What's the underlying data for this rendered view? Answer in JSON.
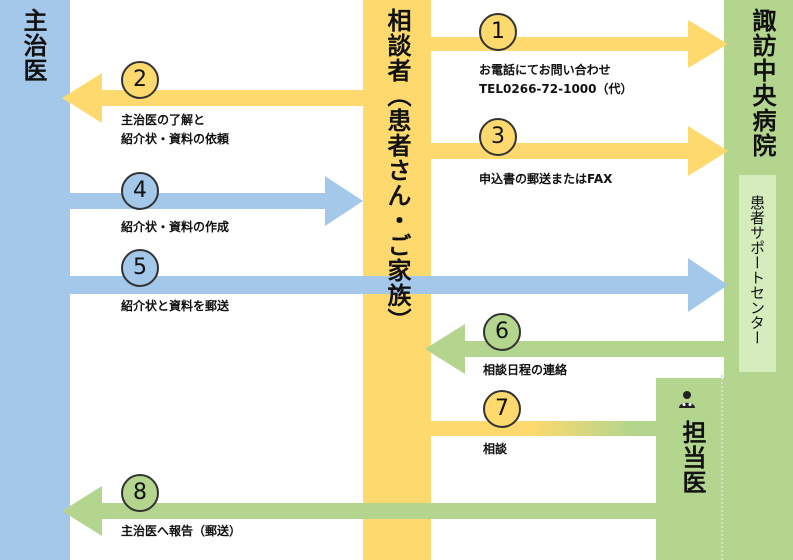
{
  "columns": {
    "doctor": "主治医",
    "consultant": "相談者（患者さん・ご家族）",
    "hospital": "諏訪中央病院",
    "support": "患者サポートセンター",
    "physician": "担当医"
  },
  "steps": [
    {
      "num": "1",
      "lines": [
        "お電話にてお問い合わせ",
        "TEL0266-72-1000（代）"
      ]
    },
    {
      "num": "2",
      "lines": [
        "主治医の了解と",
        "紹介状・資料の依頼"
      ]
    },
    {
      "num": "3",
      "lines": [
        "申込書の郵送またはFAX"
      ]
    },
    {
      "num": "4",
      "lines": [
        "紹介状・資料の作成"
      ]
    },
    {
      "num": "5",
      "lines": [
        "紹介状と資料を郵送"
      ]
    },
    {
      "num": "6",
      "lines": [
        "相談日程の連絡"
      ]
    },
    {
      "num": "7",
      "lines": [
        "相談"
      ]
    },
    {
      "num": "8",
      "lines": [
        "主治医へ報告（郵送）"
      ]
    }
  ],
  "colors": {
    "blue": "#a3c8ea",
    "yellow": "#fdd96e",
    "green": "#b3d58e"
  },
  "icons": {
    "physician": "doctor-icon"
  }
}
